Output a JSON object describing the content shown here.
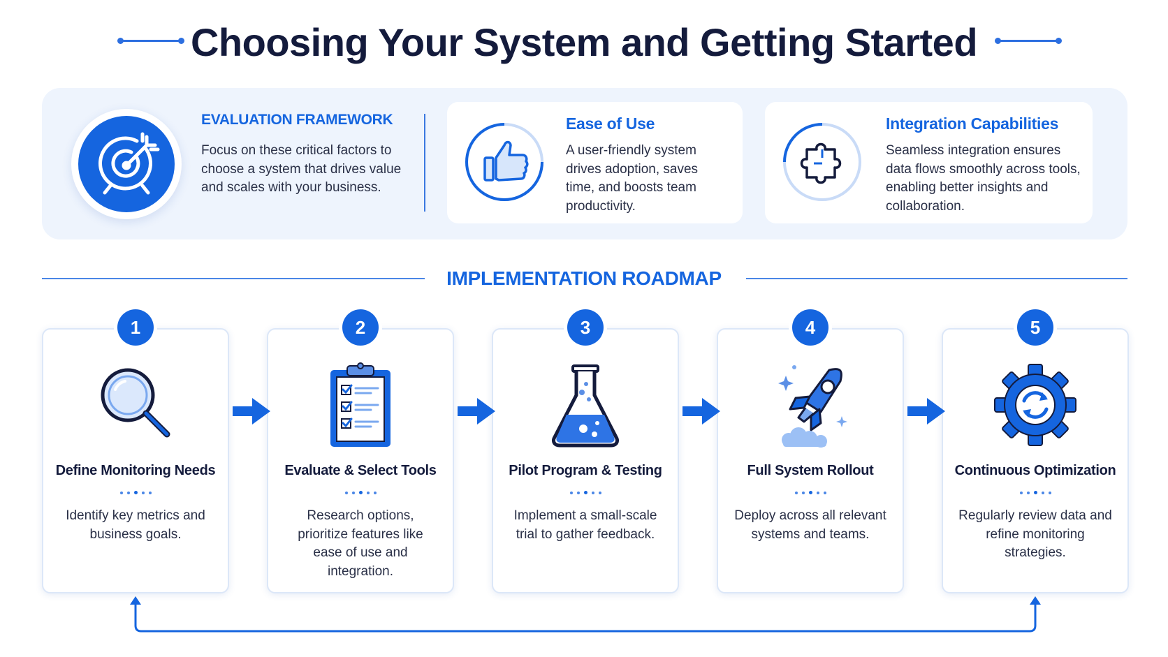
{
  "header": {
    "title": "Choosing Your System and Getting Started"
  },
  "framework": {
    "title": "EVALUATION FRAMEWORK",
    "text": "Focus on these critical factors to choose a system that drives value and scales with your business.",
    "icon": "target-icon"
  },
  "features": [
    {
      "title": "Ease of Use",
      "text": "A user-friendly system drives adoption, saves time, and boosts team productivity.",
      "icon": "thumbs-up-icon"
    },
    {
      "title": "Integration Capabilities",
      "text": "Seamless integration ensures data flows smoothly across tools, enabling better insights and collaboration.",
      "icon": "puzzle-icon"
    }
  ],
  "roadmap": {
    "title": "IMPLEMENTATION ROADMAP",
    "steps": [
      {
        "number": "1",
        "title": "Define Monitoring Needs",
        "desc": "Identify key metrics and business goals.",
        "icon": "magnifier-icon"
      },
      {
        "number": "2",
        "title": "Evaluate & Select Tools",
        "desc": "Research options, prioritize features like ease of use and integration.",
        "icon": "clipboard-checklist-icon"
      },
      {
        "number": "3",
        "title": "Pilot Program & Testing",
        "desc": "Implement a small-scale trial to gather feedback.",
        "icon": "flask-icon"
      },
      {
        "number": "4",
        "title": "Full System Rollout",
        "desc": "Deploy across all relevant systems and teams.",
        "icon": "rocket-icon"
      },
      {
        "number": "5",
        "title": "Continuous Optimization",
        "desc": "Regularly review data and refine monitoring strategies.",
        "icon": "gear-refresh-icon"
      }
    ]
  },
  "colors": {
    "accent": "#1565df",
    "panel": "#eef4fd",
    "title": "#141b3c"
  }
}
